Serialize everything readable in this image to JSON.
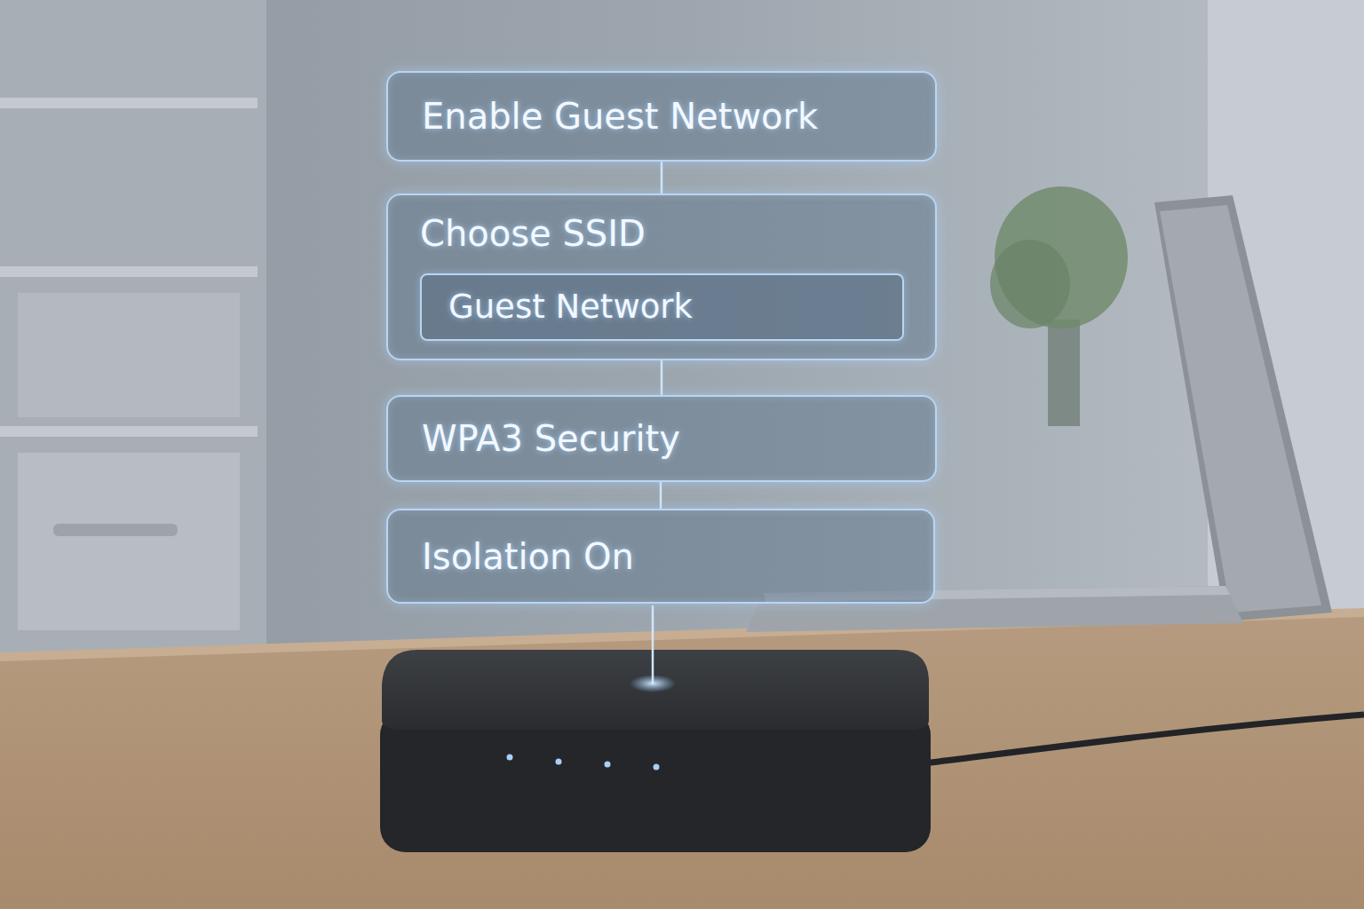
{
  "diagram": {
    "nodes": [
      {
        "text": [
          "Enable Guest Network"
        ]
      },
      {
        "text": [
          "Choose SSID"
        ]
      },
      {
        "text": [
          "Guest Network"
        ],
        "in": 1
      },
      {
        "text": [
          "WPA3 Security"
        ]
      },
      {
        "text": [
          "Isolation On"
        ]
      }
    ],
    "edges": [
      {
        "from": 0,
        "to": 1,
        "arrow": "none"
      },
      {
        "from": 1,
        "to": 3,
        "arrow": "none"
      },
      {
        "from": 3,
        "to": 4,
        "arrow": "none"
      }
    ]
  }
}
